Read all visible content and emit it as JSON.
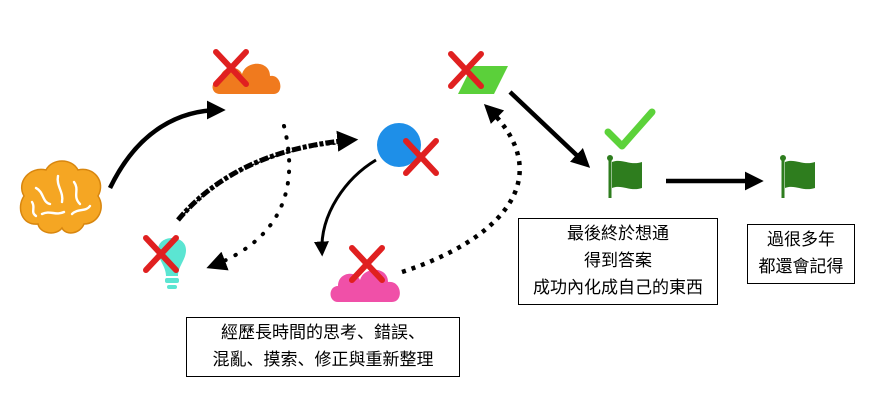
{
  "nodes": {
    "brain": {
      "icon": "brain-icon",
      "color": "#F5A623"
    },
    "cloud": {
      "icon": "cloud-icon",
      "color": "#F07A1E",
      "status": "wrong"
    },
    "bulb": {
      "icon": "lightbulb-icon",
      "color": "#5BE5D2",
      "status": "wrong"
    },
    "circle": {
      "icon": "circle-icon",
      "color": "#1E8FE8",
      "status": "wrong"
    },
    "pink_cloud": {
      "icon": "cloud-icon",
      "color": "#F050A8",
      "status": "wrong"
    },
    "parallelogram": {
      "icon": "parallelogram-icon",
      "color": "#5BD03A",
      "status": "wrong"
    },
    "answer_flag": {
      "icon": "flag-icon",
      "color": "#2E7D1E",
      "status": "correct"
    },
    "memory_flag": {
      "icon": "flag-icon",
      "color": "#2E7D1E"
    }
  },
  "colors": {
    "cross": "#E02020",
    "check": "#5CD23A",
    "arrow": "#000000"
  },
  "captions": {
    "process": [
      "經歷長時間的思考、錯誤、",
      "混亂、摸索、修正與重新整理"
    ],
    "answer": [
      "最後終於想通",
      "得到答案",
      "成功內化成自己的東西"
    ],
    "memory": [
      "過很多年",
      "都還會記得"
    ]
  }
}
